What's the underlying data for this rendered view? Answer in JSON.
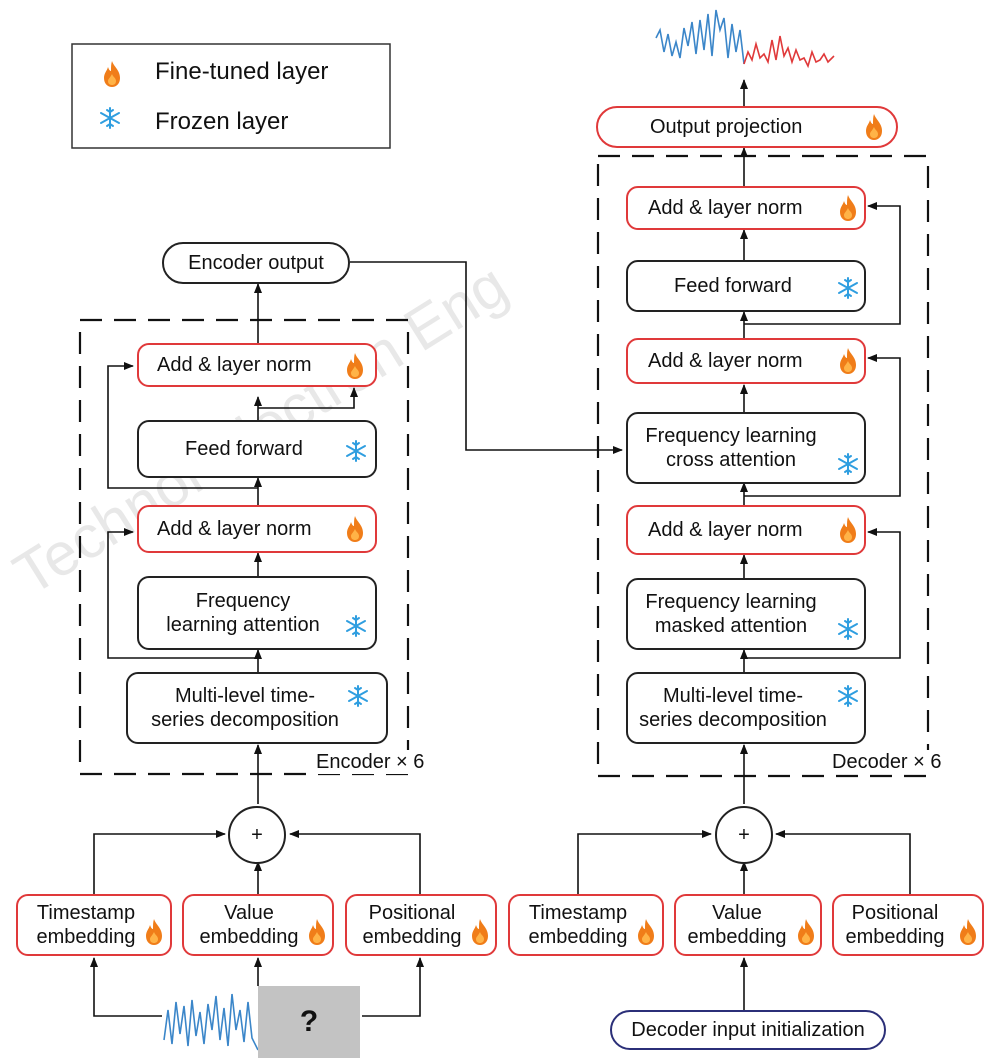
{
  "legend": {
    "fine_tuned_label": "Fine-tuned layer",
    "frozen_label": "Frozen layer"
  },
  "watermark": "Technol Electron Eng",
  "encoder": {
    "output_label": "Encoder output",
    "add_norm_top": "Add & layer norm",
    "feed_forward": "Feed forward",
    "add_norm_mid": "Add & layer norm",
    "freq_attention": "Frequency\nlearning attention",
    "decomposition": "Multi-level time-\nseries decomposition",
    "caption": "Encoder × 6"
  },
  "decoder": {
    "output_projection": "Output projection",
    "add_norm_top": "Add & layer norm",
    "feed_forward": "Feed forward",
    "add_norm_2": "Add & layer norm",
    "cross_attention": "Frequency learning\ncross attention",
    "add_norm_1": "Add & layer norm",
    "masked_attention": "Frequency learning\nmasked attention",
    "decomposition": "Multi-level time-\nseries decomposition",
    "caption": "Decoder × 6",
    "input_init": "Decoder input initialization"
  },
  "embeddings": {
    "timestamp": "Timestamp\nembedding",
    "value": "Value\nembedding",
    "positional": "Positional\nembedding"
  },
  "sum_symbol": "+",
  "unknown_symbol": "?",
  "colors": {
    "fire": "#f07d19",
    "snow": "#2f9ee0",
    "fine_tuned_border": "#e0393a",
    "history_series": "#3b86c9",
    "forecast_series": "#e0393a",
    "decoder_input_border": "#2b2f78"
  }
}
